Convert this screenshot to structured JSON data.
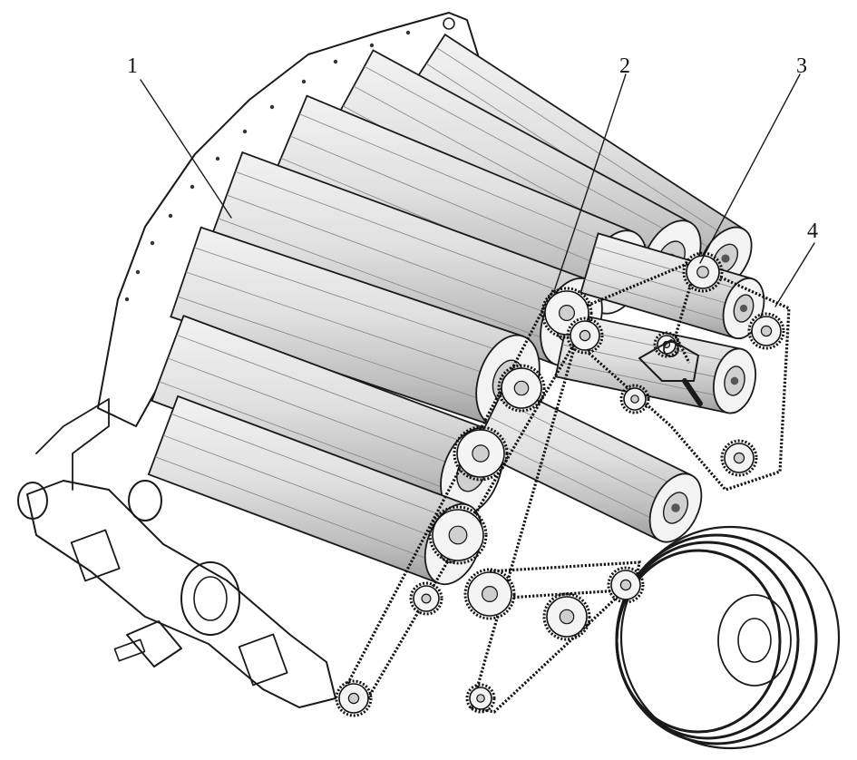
{
  "callouts": [
    {
      "id": "1",
      "label": "1"
    },
    {
      "id": "2",
      "label": "2"
    },
    {
      "id": "3",
      "label": "3"
    },
    {
      "id": "4",
      "label": "4"
    }
  ],
  "colors": {
    "ink": "#1a1a1a",
    "roller_light": "#e6e6e6",
    "roller_dark": "#b9b9b9",
    "background": "#ffffff"
  }
}
